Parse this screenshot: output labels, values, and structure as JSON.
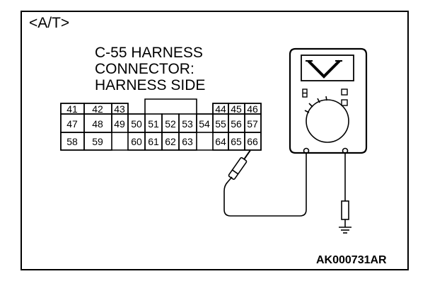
{
  "section_label": "<A/T>",
  "connector": {
    "title_lines": [
      "C-55 HARNESS",
      "CONNECTOR:",
      "HARNESS SIDE"
    ],
    "rows": [
      [
        "41",
        "42",
        "43",
        "44",
        "45",
        "46"
      ],
      [
        "47",
        "48",
        "49",
        "50",
        "51",
        "52",
        "53",
        "54",
        "55",
        "56",
        "57"
      ],
      [
        "58",
        "59",
        "60",
        "61",
        "62",
        "63",
        "64",
        "65",
        "66"
      ]
    ]
  },
  "multimeter": {
    "display_symbol": "V"
  },
  "figure_id": "AK000731AR"
}
